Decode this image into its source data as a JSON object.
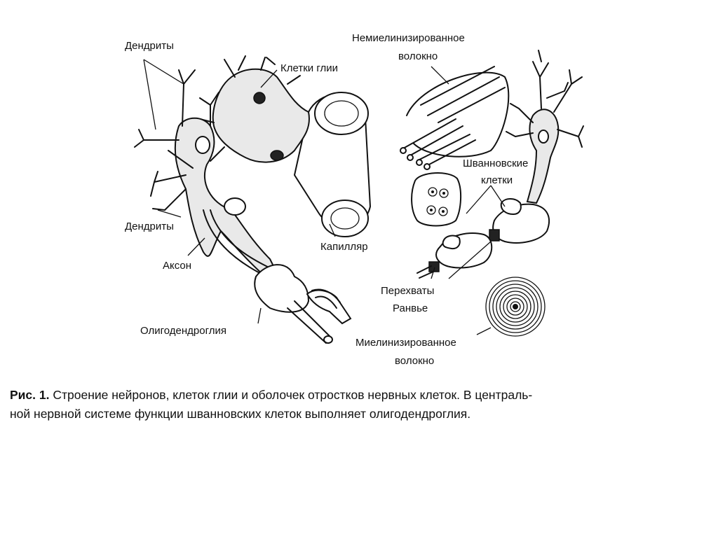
{
  "labels": {
    "dendrites": "Дендриты",
    "glia_cells": "Клетки глии",
    "axon": "Аксон",
    "capillary": "Капилляр",
    "oligodendroglia": "Олигодендроглия",
    "unmyelinated_line1": "Немиелинизированное",
    "unmyelinated_line2": "волокно",
    "schwann_line1": "Шванновские",
    "schwann_line2": "клетки",
    "ranvier_line1": "Перехваты",
    "ranvier_line2": "Ранвье",
    "myelinated_line1": "Миелинизированное",
    "myelinated_line2": "волокно"
  },
  "caption": {
    "prefix": "Рис. 1.",
    "line1": " Строение нейронов, клеток глии и оболочек отростков нервных клеток. В централь-",
    "line2": "ной нервной системе функции шванновских клеток выполняет олигодендроглия."
  }
}
